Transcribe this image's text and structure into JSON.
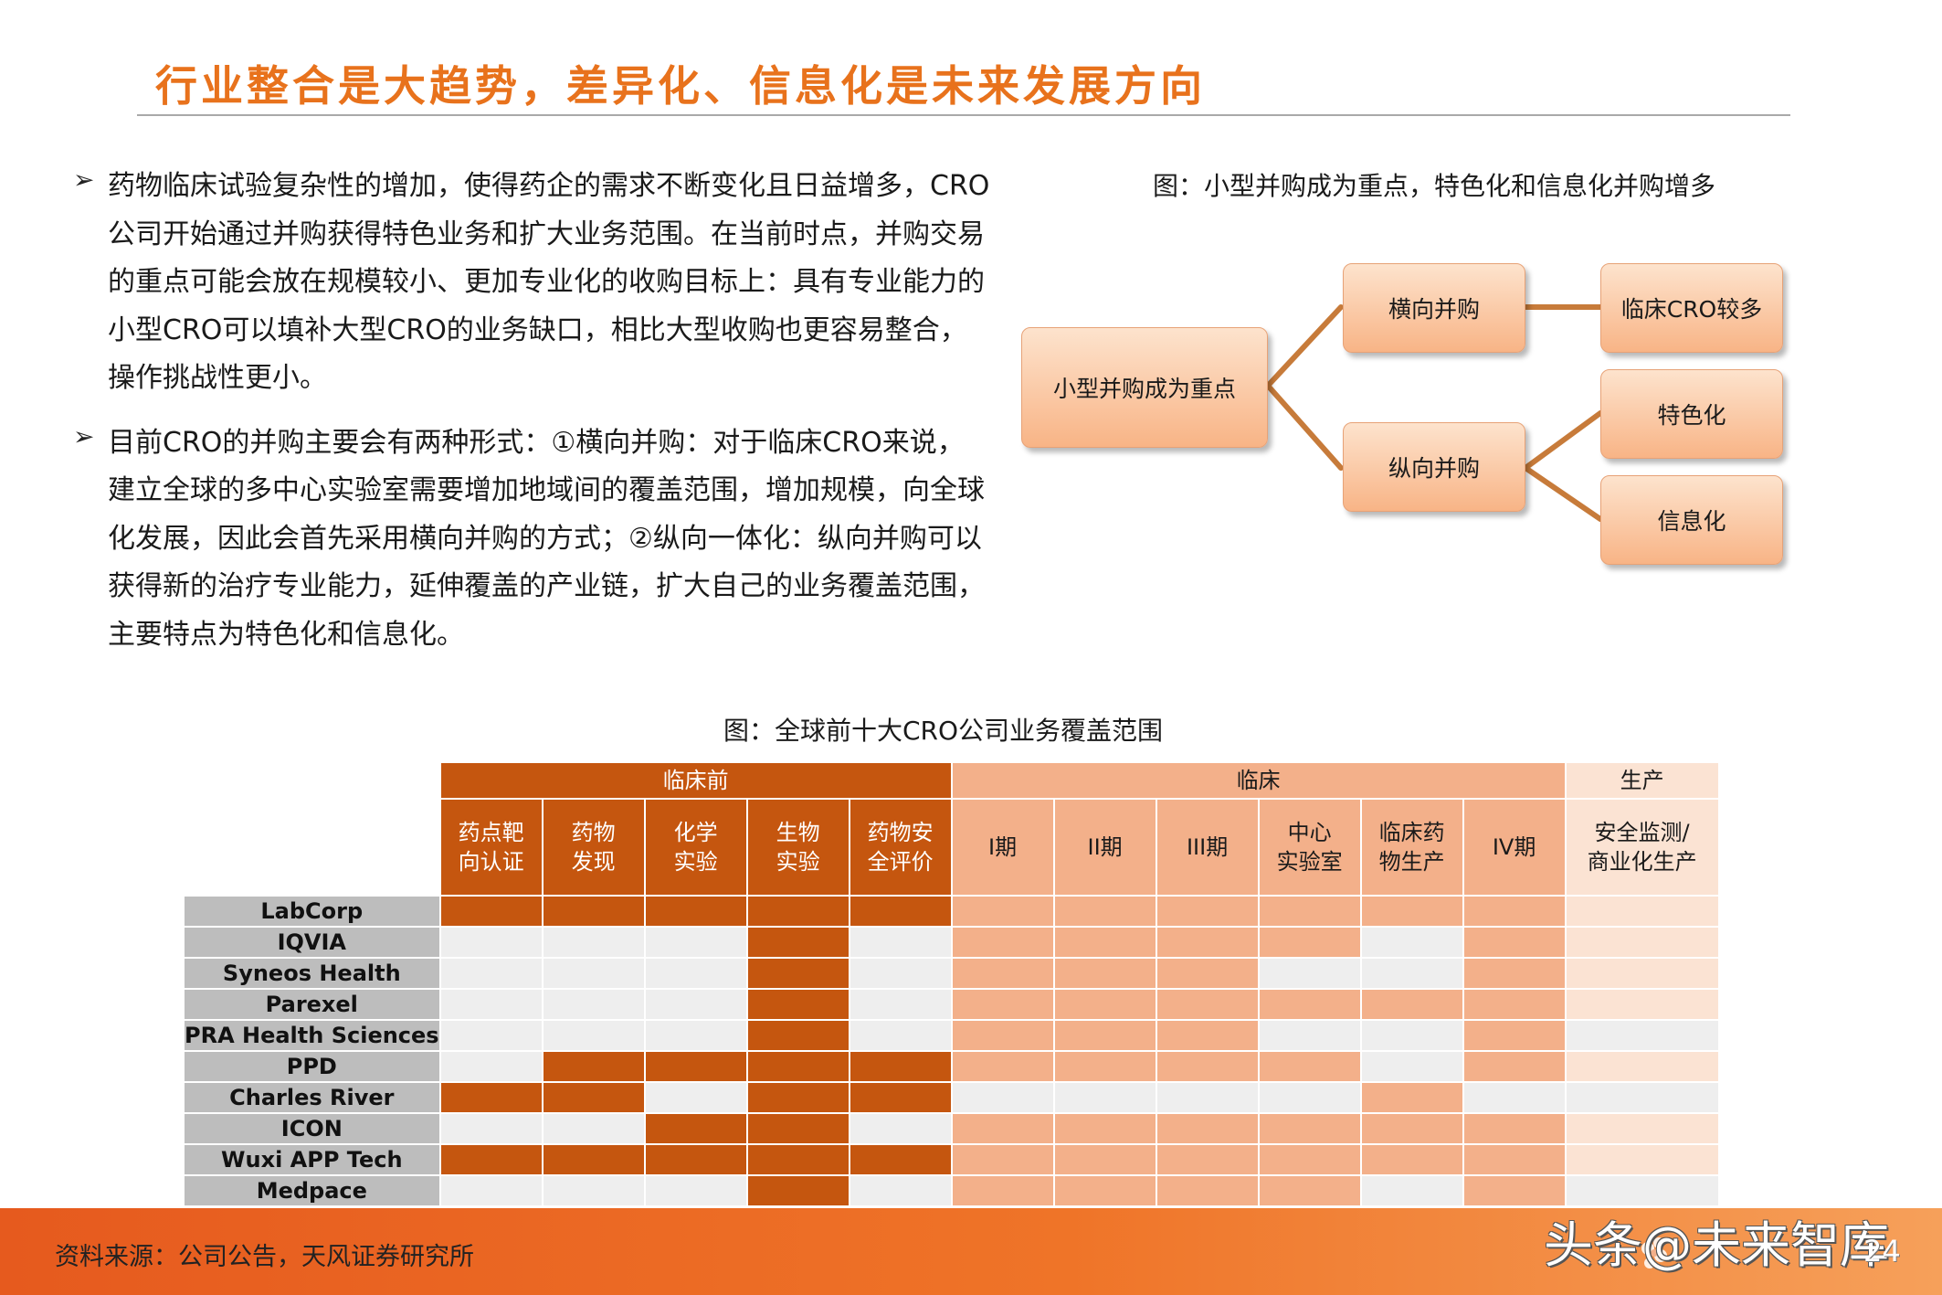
{
  "page": {
    "title": "行业整合是大趋势，差异化、信息化是未来发展方向",
    "page_number": "24",
    "watermark": "头条@未来智库",
    "source": "资料来源：公司公告，天风证券研究所"
  },
  "bullets": [
    {
      "lines": [
        "药物临床试验复杂性的增加，使得药企的需求不断变化且日益增多，CRO",
        "公司开始通过并购获得特色业务和扩大业务范围。在当前时点，并购交易",
        "的重点可能会放在规模较小、更加专业化的收购目标上：具有专业能力的",
        "小型CRO可以填补大型CRO的业务缺口，相比大型收购也更容易整合，",
        "操作挑战性更小。"
      ]
    },
    {
      "lines": [
        "目前CRO的并购主要会有两种形式：①横向并购：对于临床CRO来说，",
        "建立全球的多中心实验室需要增加地域间的覆盖范围，增加规模，向全球",
        "化发展，因此会首先采用横向并购的方式；②纵向一体化：纵向并购可以",
        "获得新的治疗专业能力，延伸覆盖的产业链，扩大自己的业务覆盖范围，",
        "主要特点为特色化和信息化。"
      ]
    }
  ],
  "tree": {
    "caption": "图：小型并购成为重点，特色化和信息化并购增多",
    "root": "小型并购成为重点",
    "horizontal": "横向并购",
    "vertical": "纵向并购",
    "leaf_clinical": "临床CRO较多",
    "leaf_special": "特色化",
    "leaf_info": "信息化",
    "line_color": "#c77b3a"
  },
  "matrix": {
    "caption": "图：全球前十大CRO公司业务覆盖范围",
    "groups": [
      {
        "label": "临床前",
        "span": 5,
        "cls": "pre"
      },
      {
        "label": "临床",
        "span": 6,
        "cls": "cli"
      },
      {
        "label": "生产",
        "span": 1,
        "cls": "pro"
      }
    ],
    "columns": [
      {
        "label": "药点靶\n向认证",
        "group": "pre"
      },
      {
        "label": "药物\n发现",
        "group": "pre"
      },
      {
        "label": "化学\n实验",
        "group": "pre"
      },
      {
        "label": "生物\n实验",
        "group": "pre"
      },
      {
        "label": "药物安\n全评价",
        "group": "pre"
      },
      {
        "label": "I期",
        "group": "cli"
      },
      {
        "label": "II期",
        "group": "cli"
      },
      {
        "label": "III期",
        "group": "cli"
      },
      {
        "label": "中心\n实验室",
        "group": "cli"
      },
      {
        "label": "临床药\n物生产",
        "group": "cli"
      },
      {
        "label": "IV期",
        "group": "cli"
      },
      {
        "label": "安全监测/\n商业化生产",
        "group": "pro"
      }
    ],
    "rows": [
      {
        "name": "LabCorp",
        "cells": [
          1,
          1,
          1,
          1,
          1,
          1,
          1,
          1,
          1,
          1,
          1,
          1
        ]
      },
      {
        "name": "IQVIA",
        "cells": [
          0,
          0,
          0,
          1,
          0,
          1,
          1,
          1,
          1,
          0,
          1,
          1
        ]
      },
      {
        "name": "Syneos Health",
        "cells": [
          0,
          0,
          0,
          1,
          0,
          1,
          1,
          1,
          0,
          0,
          1,
          1
        ]
      },
      {
        "name": "Parexel",
        "cells": [
          0,
          0,
          0,
          1,
          0,
          1,
          1,
          1,
          1,
          1,
          1,
          1
        ]
      },
      {
        "name": "PRA Health Sciences",
        "cells": [
          0,
          0,
          0,
          1,
          0,
          1,
          1,
          1,
          0,
          0,
          1,
          0
        ]
      },
      {
        "name": "PPD",
        "cells": [
          0,
          1,
          1,
          1,
          1,
          1,
          1,
          1,
          1,
          0,
          1,
          1
        ]
      },
      {
        "name": "Charles River",
        "cells": [
          1,
          1,
          0,
          1,
          1,
          0,
          0,
          0,
          0,
          1,
          0,
          0
        ]
      },
      {
        "name": "ICON",
        "cells": [
          0,
          0,
          1,
          1,
          0,
          1,
          1,
          1,
          1,
          1,
          1,
          1
        ]
      },
      {
        "name": "Wuxi APP Tech",
        "cells": [
          1,
          1,
          1,
          1,
          1,
          1,
          1,
          1,
          1,
          1,
          1,
          1
        ]
      },
      {
        "name": "Medpace",
        "cells": [
          0,
          0,
          0,
          1,
          0,
          1,
          1,
          1,
          1,
          0,
          1,
          0
        ]
      }
    ],
    "colors": {
      "preclinical": "#c5560f",
      "clinical": "#f3b08a",
      "production": "#fbe3d3",
      "empty": "#eeeeee",
      "company_label": "#bdbdbd"
    }
  }
}
